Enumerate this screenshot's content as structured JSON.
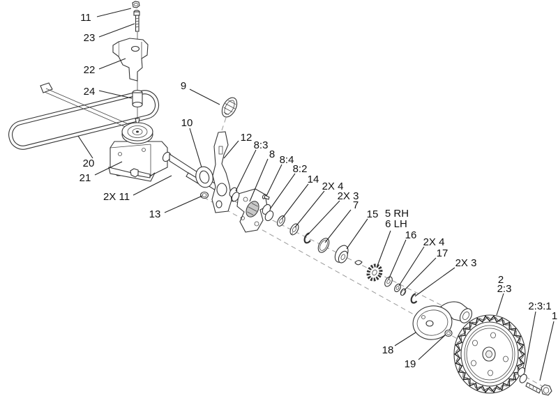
{
  "diagram": {
    "kind": "exploded-parts-diagram",
    "subject": "transmission, drive belt and rear wheel assembly"
  },
  "callouts": {
    "c11": "11",
    "c23": "23",
    "c22": "22",
    "c24": "24",
    "c9": "9",
    "c20": "20",
    "c21": "21",
    "c2x11": "2X 11",
    "c13": "13",
    "c10": "10",
    "c12": "12",
    "c8_3": "8:3",
    "c8": "8",
    "c8_4": "8:4",
    "c8_2": "8:2",
    "c14": "14",
    "c2x4a": "2X 4",
    "c2x3a": "2X 3",
    "c7": "7",
    "c15": "15",
    "c5rh": "5 RH",
    "c6lh": "6 LH",
    "c16": "16",
    "c2x4b": "2X 4",
    "c17": "17",
    "c2x3b": "2X 3",
    "c18": "18",
    "c19": "19",
    "c2": "2",
    "c2_3": "2:3",
    "c2_3_1": "2:3:1",
    "c1": "1"
  }
}
